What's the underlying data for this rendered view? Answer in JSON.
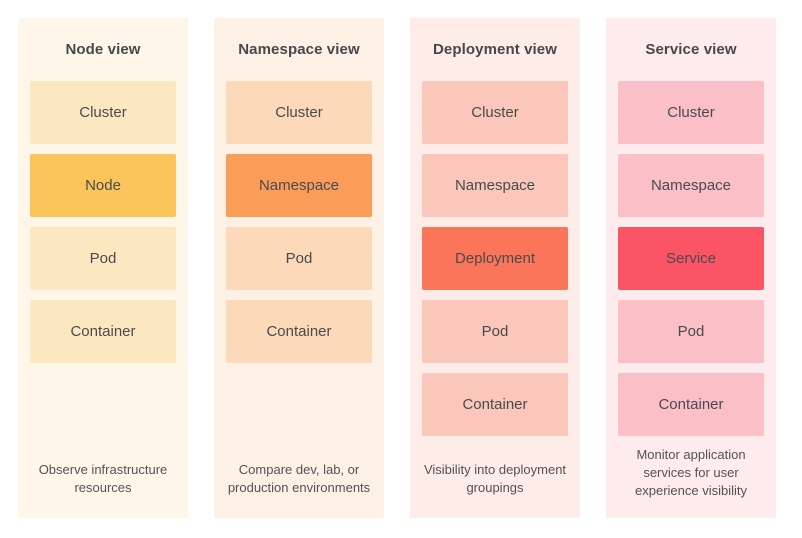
{
  "page": {
    "background": "#ffffff",
    "title_text_color": "#47484c",
    "label_text_color": "#4a4b4f",
    "caption_text_color": "#525257"
  },
  "columns": [
    {
      "id": "node",
      "title": "Node view",
      "panel_bg": "#fef7e9",
      "box_bg": "#fce8c0",
      "highlight_bg": "#f9c45a",
      "boxes": [
        {
          "label": "Cluster",
          "highlighted": false
        },
        {
          "label": "Node",
          "highlighted": true
        },
        {
          "label": "Pod",
          "highlighted": false
        },
        {
          "label": "Container",
          "highlighted": false
        }
      ],
      "caption": "Observe infrastructure resources"
    },
    {
      "id": "namespace",
      "title": "Namespace view",
      "panel_bg": "#fdf1e6",
      "box_bg": "#fbd9b9",
      "highlight_bg": "#f99d58",
      "boxes": [
        {
          "label": "Cluster",
          "highlighted": false
        },
        {
          "label": "Namespace",
          "highlighted": true
        },
        {
          "label": "Pod",
          "highlighted": false
        },
        {
          "label": "Container",
          "highlighted": false
        }
      ],
      "caption": "Compare dev, lab, or production environments"
    },
    {
      "id": "deployment",
      "title": "Deployment view",
      "panel_bg": "#fdece8",
      "box_bg": "#fac7ba",
      "highlight_bg": "#fa7559",
      "boxes": [
        {
          "label": "Cluster",
          "highlighted": false
        },
        {
          "label": "Namespace",
          "highlighted": false
        },
        {
          "label": "Deployment",
          "highlighted": true
        },
        {
          "label": "Pod",
          "highlighted": false
        },
        {
          "label": "Container",
          "highlighted": false
        }
      ],
      "caption": "Visibility into deployment groupings"
    },
    {
      "id": "service",
      "title": "Service view",
      "panel_bg": "#fdebed",
      "box_bg": "#fbbfc7",
      "highlight_bg": "#fb5464",
      "boxes": [
        {
          "label": "Cluster",
          "highlighted": false
        },
        {
          "label": "Namespace",
          "highlighted": false
        },
        {
          "label": "Service",
          "highlighted": true
        },
        {
          "label": "Pod",
          "highlighted": false
        },
        {
          "label": "Container",
          "highlighted": false
        }
      ],
      "caption": "Monitor application services for user experience visibility"
    }
  ]
}
